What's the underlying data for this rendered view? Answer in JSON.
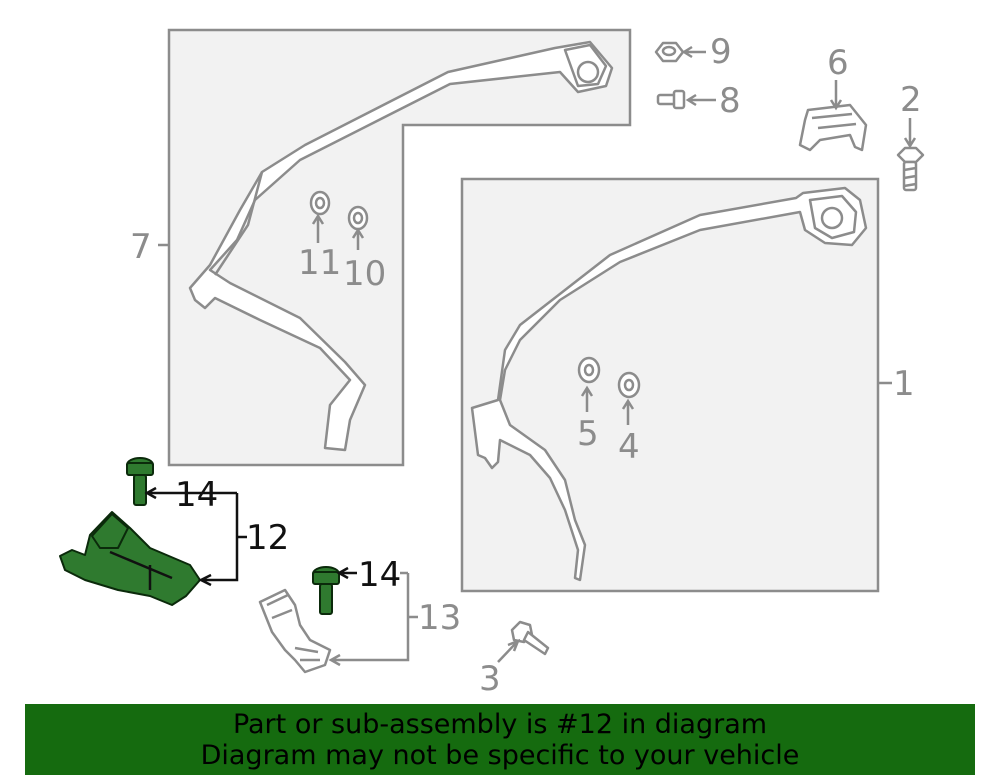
{
  "callouts": {
    "n1": "1",
    "n2": "2",
    "n3": "3",
    "n4": "4",
    "n5": "5",
    "n6": "6",
    "n7": "7",
    "n8": "8",
    "n9": "9",
    "n10": "10",
    "n11": "11",
    "n12": "12",
    "n13": "13",
    "n14a": "14",
    "n14b": "14"
  },
  "banner": {
    "line1": "Part or sub-assembly is #12 in diagram",
    "line2": "Diagram may not be specific to your vehicle"
  },
  "colors": {
    "highlight_part": "#2f7a2f",
    "banner_background": "#156b0f",
    "line_gray": "#8c8c8c",
    "box_fill": "#f2f2f2"
  }
}
